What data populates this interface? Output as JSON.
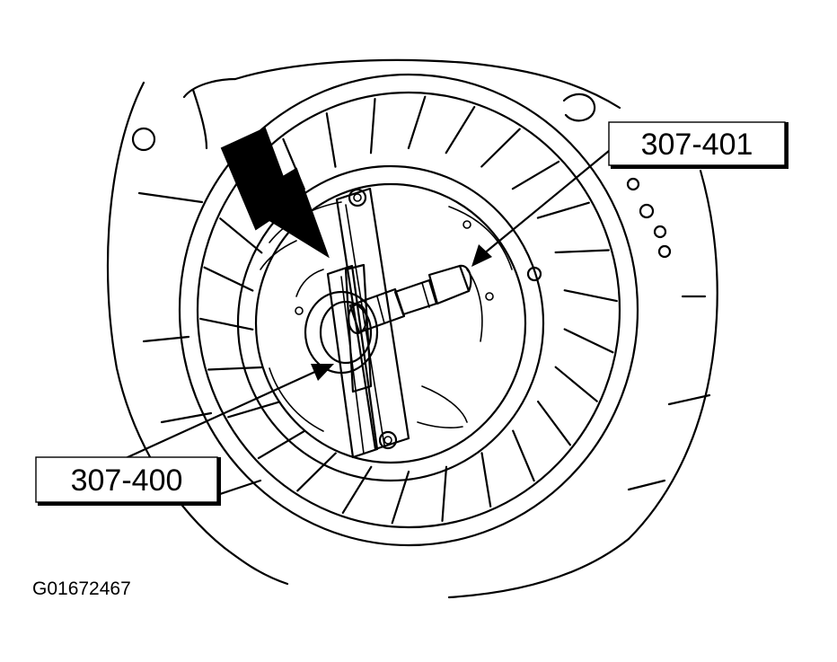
{
  "callouts": [
    {
      "id": "tool-1",
      "label": "307-401"
    },
    {
      "id": "tool-2",
      "label": "307-400"
    }
  ],
  "figure_id": "G01672467",
  "colors": {
    "ink": "#000000",
    "paper": "#ffffff"
  }
}
